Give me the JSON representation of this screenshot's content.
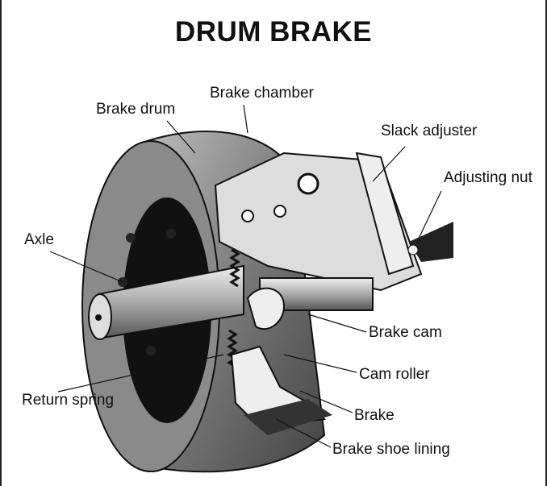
{
  "title": "DRUM BRAKE",
  "labels": {
    "brake_chamber": "Brake chamber",
    "brake_drum": "Brake drum",
    "slack_adjuster": "Slack adjuster",
    "adjusting_nut": "Adjusting nut",
    "axle": "Axle",
    "brake_cam": "Brake cam",
    "cam_roller": "Cam roller",
    "return_spring": "Return spring",
    "brake": "Brake",
    "brake_shoe_lining": "Brake shoe lining"
  }
}
